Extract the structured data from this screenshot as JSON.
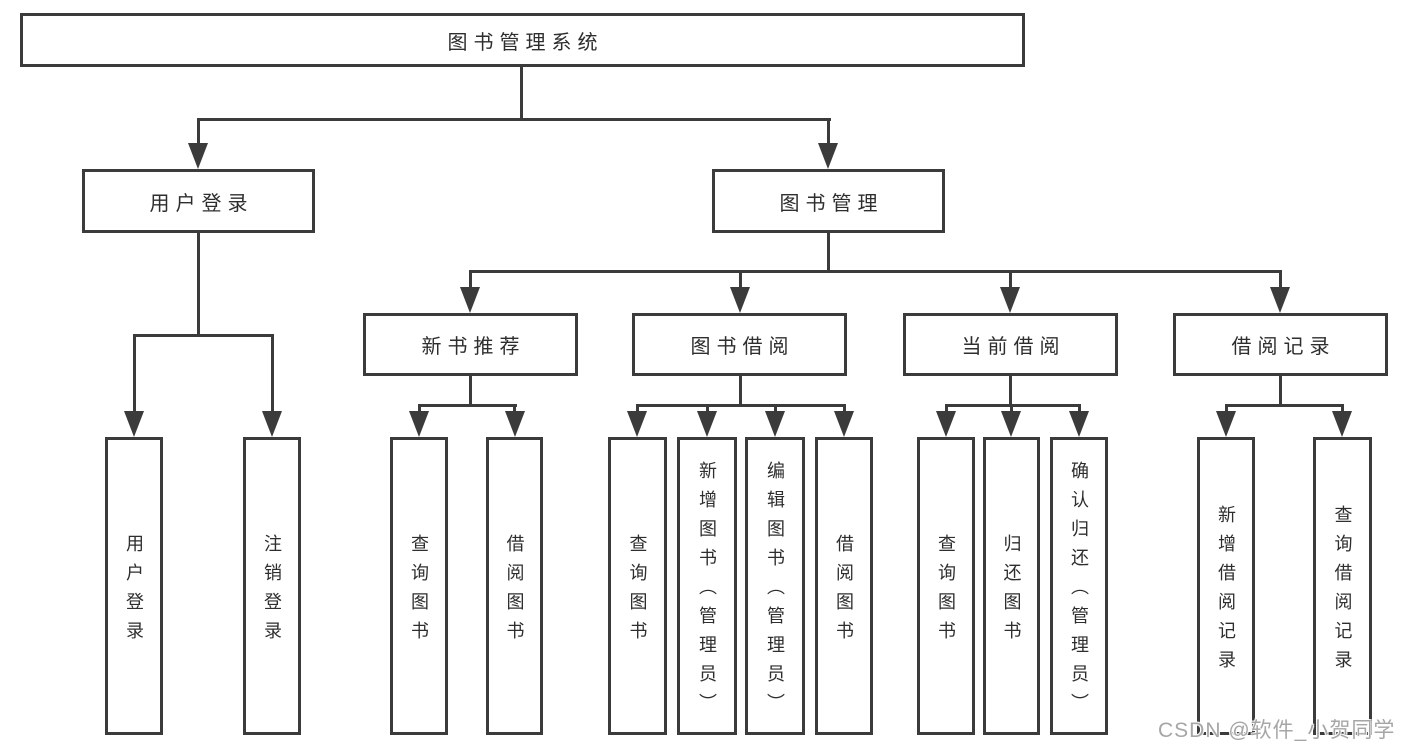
{
  "diagram": {
    "root": "图书管理系统",
    "level2": {
      "user_login": "用户登录",
      "book_mgmt": "图书管理"
    },
    "level3": {
      "new_book": "新书推荐",
      "book_borrow": "图书借阅",
      "current_borrow": "当前借阅",
      "borrow_record": "借阅记录"
    },
    "leaves": {
      "user_login": [
        "用户登录",
        "注销登录"
      ],
      "new_book": [
        "查询图书",
        "借阅图书"
      ],
      "book_borrow": [
        "查询图书",
        "新增图书（管理员）",
        "编辑图书（管理员）",
        "借阅图书"
      ],
      "current_borrow": [
        "查询图书",
        "归还图书",
        "确认归还（管理员）"
      ],
      "borrow_record": [
        "新增借阅记录",
        "查询借阅记录"
      ]
    }
  },
  "watermark": "CSDN @软件_小贺同学",
  "colors": {
    "line": "#3b3b3b",
    "text": "#2e2e2e",
    "watermark": "#a6a6a6"
  }
}
